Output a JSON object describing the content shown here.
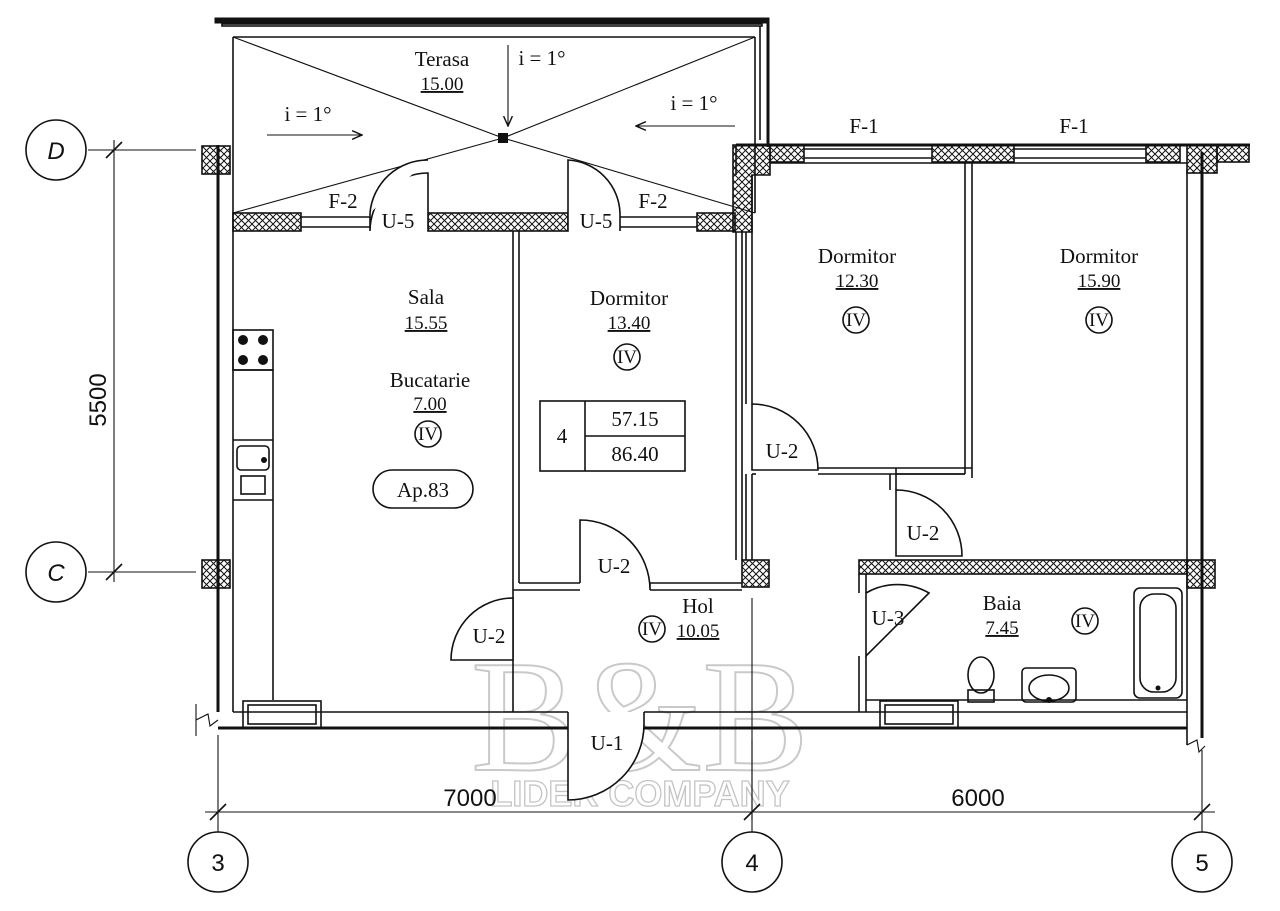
{
  "rooms": {
    "terasa": {
      "name": "Terasa",
      "area": "15.00"
    },
    "sala": {
      "name": "Sala",
      "area": "15.55"
    },
    "bucatarie": {
      "name": "Bucatarie",
      "area": "7.00"
    },
    "dormitor_1": {
      "name": "Dormitor",
      "area": "13.40"
    },
    "dormitor_2": {
      "name": "Dormitor",
      "area": "12.30"
    },
    "dormitor_3": {
      "name": "Dormitor",
      "area": "15.90"
    },
    "hol": {
      "name": "Hol",
      "area": "10.05"
    },
    "baia": {
      "name": "Baia",
      "area": "7.45"
    }
  },
  "apartment": {
    "label": "Ap.83",
    "rooms_count": "4",
    "living_area": "57.15",
    "total_area": "86.40"
  },
  "category_mark": "IV",
  "slopes": {
    "center": "i = 1°",
    "left": "i = 1°",
    "right": "i = 1°"
  },
  "windows": {
    "f1": "F-1",
    "f2": "F-2"
  },
  "doors": {
    "u1": "U-1",
    "u2": "U-2",
    "u3": "U-3",
    "u5": "U-5"
  },
  "axes": {
    "d": "D",
    "c": "C",
    "a3": "3",
    "a4": "4",
    "a5": "5"
  },
  "dimensions": {
    "vertical": "5500",
    "bottom_left": "7000",
    "bottom_right": "6000"
  },
  "watermark": {
    "logo": "B&B",
    "company": "LIDER COMPANY"
  }
}
